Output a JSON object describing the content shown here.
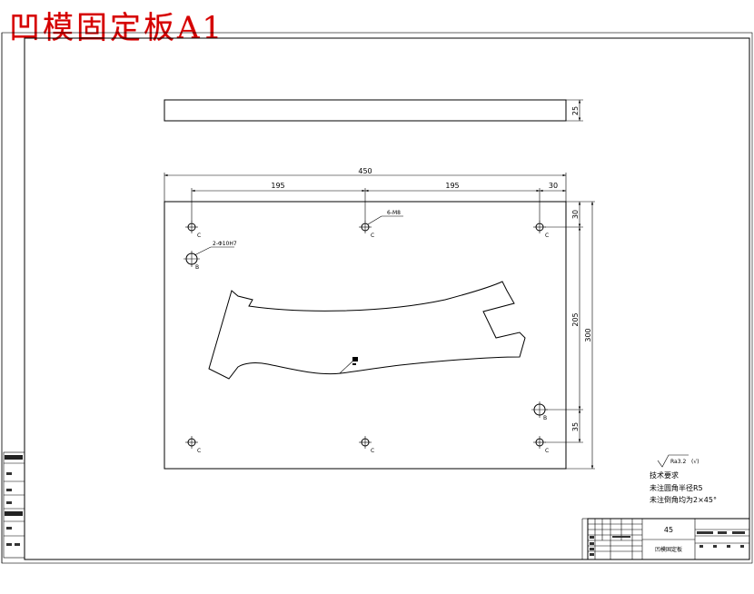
{
  "sheet": {
    "title": "凹模固定板A1"
  },
  "dimensions": {
    "thickness": "25",
    "overall_width": "450",
    "pitch_left": "195",
    "pitch_right": "195",
    "edge_offset_x": "30",
    "edge_offset_top": "30",
    "hole_span_y": "205",
    "overall_height": "300",
    "edge_offset_bottom": "35"
  },
  "callouts": {
    "thread_holes": "6-M8",
    "pin_holes": "2-Φ10H7",
    "hole_mark_c": "C",
    "hole_mark_b": "B"
  },
  "notes": {
    "roughness": "Ra3.2",
    "roughness_suffix": "(√)",
    "heading": "技术要求",
    "line1": "未注圆角半径R5",
    "line2": "未注倒角均为2×45°"
  },
  "title_block": {
    "material": "45",
    "part_name": "凹模固定板"
  }
}
